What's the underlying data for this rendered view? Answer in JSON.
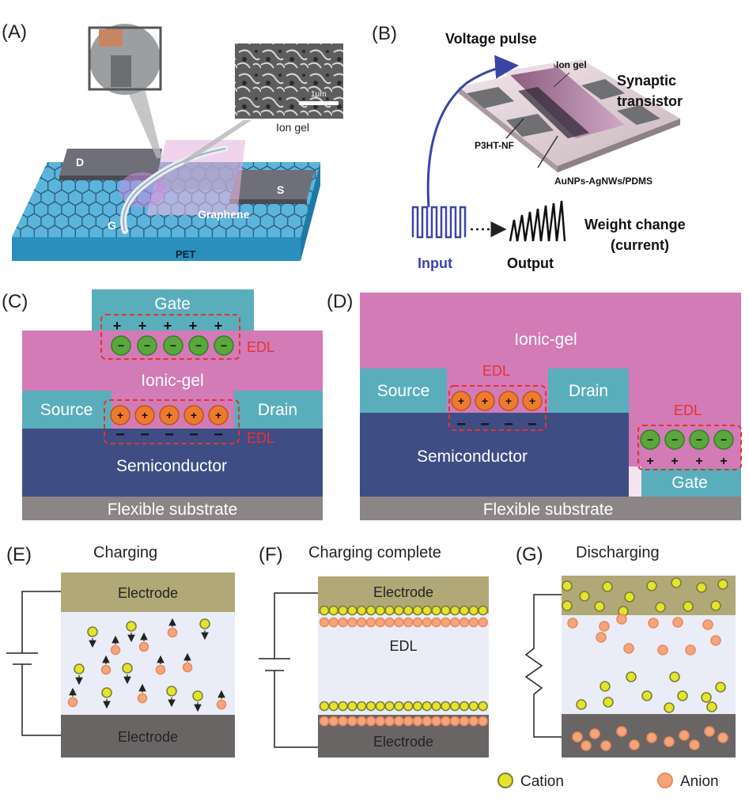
{
  "panels": {
    "a": {
      "letter": "(A)",
      "labels": {
        "ion_gel": "Ion gel",
        "scale": "1μm",
        "d": "D",
        "s": "S",
        "g": "G",
        "graphene": "Graphene",
        "pet": "PET"
      }
    },
    "b": {
      "letter": "(B)",
      "labels": {
        "voltage_pulse": "Voltage pulse",
        "ion_gel": "Ion gel",
        "synaptic": "Synaptic",
        "transistor": "transistor",
        "p3ht": "P3HT-NF",
        "aunps": "AuNPs-AgNWs/PDMS",
        "input": "Input",
        "output": "Output",
        "weight1": "Weight change",
        "weight2": "(current)"
      }
    },
    "c": {
      "letter": "(C)",
      "labels": {
        "gate": "Gate",
        "ionic_gel": "Ionic-gel",
        "source": "Source",
        "drain": "Drain",
        "semiconductor": "Semiconductor",
        "substrate": "Flexible substrate",
        "edl_top": "EDL",
        "edl_bottom": "EDL"
      }
    },
    "d": {
      "letter": "(D)",
      "labels": {
        "ionic_gel": "Ionic-gel",
        "edl_left": "EDL",
        "edl_right": "EDL",
        "source": "Source",
        "drain": "Drain",
        "semiconductor": "Semiconductor",
        "gate": "Gate",
        "substrate": "Flexible substrate"
      }
    },
    "e": {
      "letter": "(E)",
      "title": "Charging",
      "electrode_top": "Electrode",
      "electrode_bottom": "Electrode"
    },
    "f": {
      "letter": "(F)",
      "title": "Charging complete",
      "electrode_top": "Electrode",
      "edl": "EDL",
      "electrode_bottom": "Electrode"
    },
    "g": {
      "letter": "(G)",
      "title": "Discharging"
    }
  },
  "legend": {
    "cation": "Cation",
    "anion": "Anion"
  },
  "symbols": {
    "plus": "+",
    "minus": "−"
  },
  "colors": {
    "cation": "#e4e42a",
    "anion": "#f4a57c",
    "positive_ion": "#ee7a2e",
    "negative_ion": "#5aa83c",
    "gel": "#d27bb7",
    "electrode_metal": "#5aaebb",
    "semiconductor": "#3e4d84",
    "substrate": "#8b8585",
    "edl_line": "#e63232",
    "electrode_top": "#b1a877",
    "electrode_bottom": "#6a6565",
    "electrolyte": "#eaedf7",
    "input_blue": "#3a45a8"
  }
}
